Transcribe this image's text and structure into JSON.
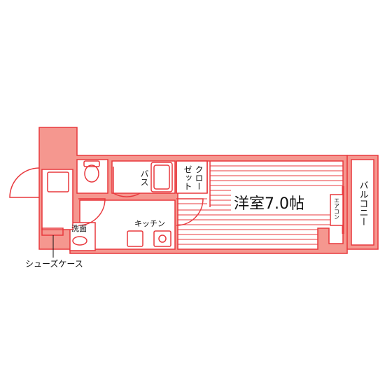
{
  "labels": {
    "western_room": "洋室7.0帖",
    "balcony": "バルコニー",
    "closet_line1": "クロー",
    "closet_line2": "ゼット",
    "bath": "バス",
    "kitchen": "キッチン",
    "washroom": "洗面",
    "aircon": "エアコン",
    "shoe_case": "シューズケース"
  },
  "colors": {
    "wall": "#e8383d",
    "fill": "#f5978f",
    "stripe": "#e8383d",
    "text": "#111111",
    "background": "#ffffff"
  }
}
